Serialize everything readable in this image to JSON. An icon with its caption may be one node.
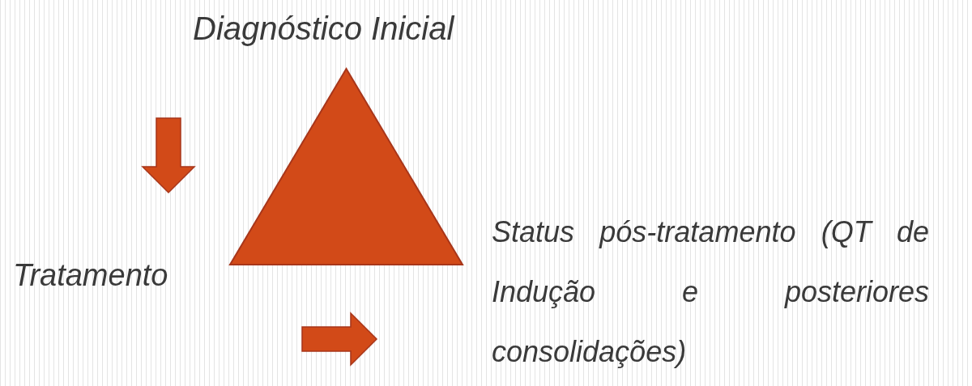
{
  "diagram": {
    "nodes": [
      {
        "text": [
          "Diagnóstico Inicial"
        ]
      },
      {
        "text": [],
        "shape": "triangle"
      },
      {
        "text": [
          "Status pós-tratamento (QT de Indução e posteriores consolidações)"
        ]
      },
      {
        "text": [
          "Tratamento"
        ]
      }
    ]
  }
}
